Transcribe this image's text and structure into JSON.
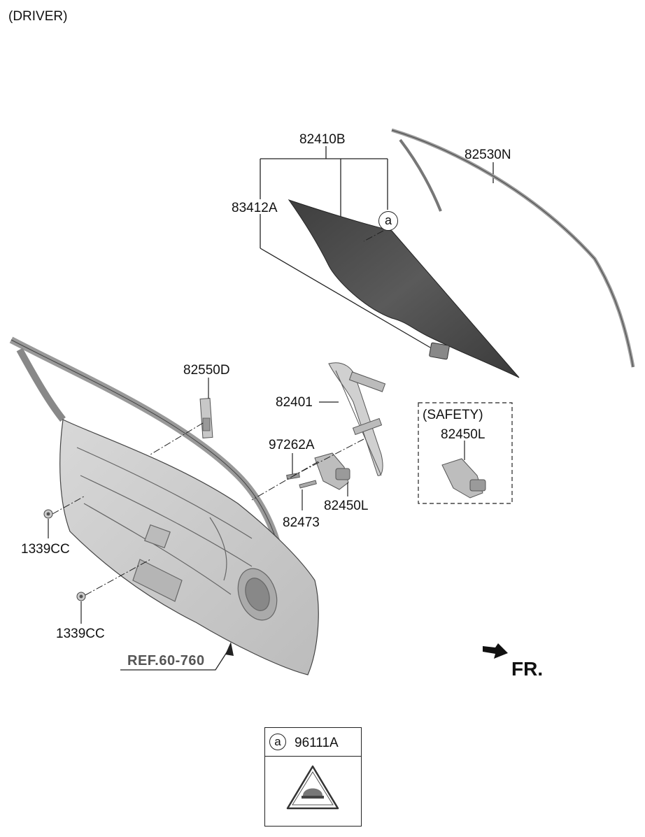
{
  "header": {
    "title": "(DRIVER)"
  },
  "labels": {
    "glass_assy": "82410B",
    "run_channel": "82530N",
    "glass_bracket": "83412A",
    "callout_a": "a",
    "upper_channel": "82550D",
    "regulator": "82401",
    "bolt": "97262A",
    "motor_main": "82450L",
    "screw": "82473",
    "plug_upper": "1339CC",
    "plug_lower": "1339CC",
    "safety_title": "(SAFETY)",
    "motor_safety": "82450L",
    "reference": "REF.60-760",
    "front_indicator": "FR."
  },
  "legend": {
    "symbol": "a",
    "part_code": "96111A"
  },
  "colors": {
    "line": "#222222",
    "glass": "#4a4a4a",
    "part_fill": "#c8c8c8",
    "part_stroke": "#555555"
  }
}
